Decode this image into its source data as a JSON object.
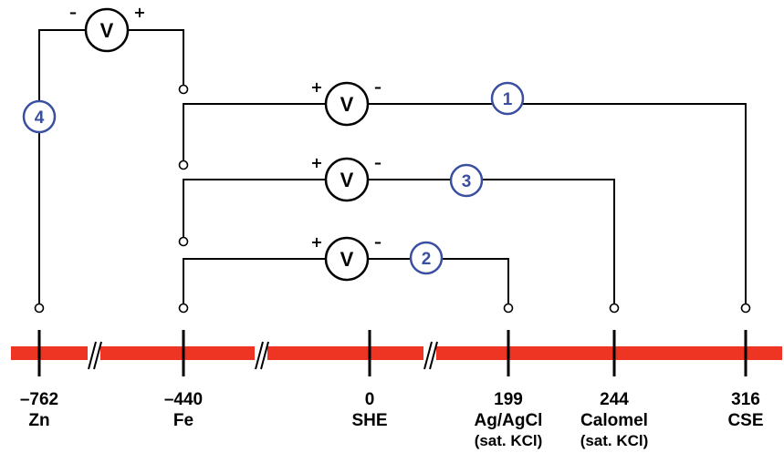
{
  "voltmeter_label": "V",
  "plus_sign": "+",
  "minus_sign": "–",
  "electrodes": [
    {
      "value": "–762",
      "name": "Zn",
      "sub": ""
    },
    {
      "value": "–440",
      "name": "Fe",
      "sub": ""
    },
    {
      "value": "0",
      "name": "SHE",
      "sub": ""
    },
    {
      "value": "199",
      "name": "Ag/AgCl",
      "sub": "(sat. KCl)"
    },
    {
      "value": "244",
      "name": "Calomel",
      "sub": "(sat. KCl)"
    },
    {
      "value": "316",
      "name": "CSE",
      "sub": ""
    }
  ],
  "circuits": [
    {
      "number": "1"
    },
    {
      "number": "2"
    },
    {
      "number": "3"
    },
    {
      "number": "4"
    }
  ],
  "colors": {
    "scale_bar": "#ee3524",
    "badge": "#3a4fa0"
  }
}
